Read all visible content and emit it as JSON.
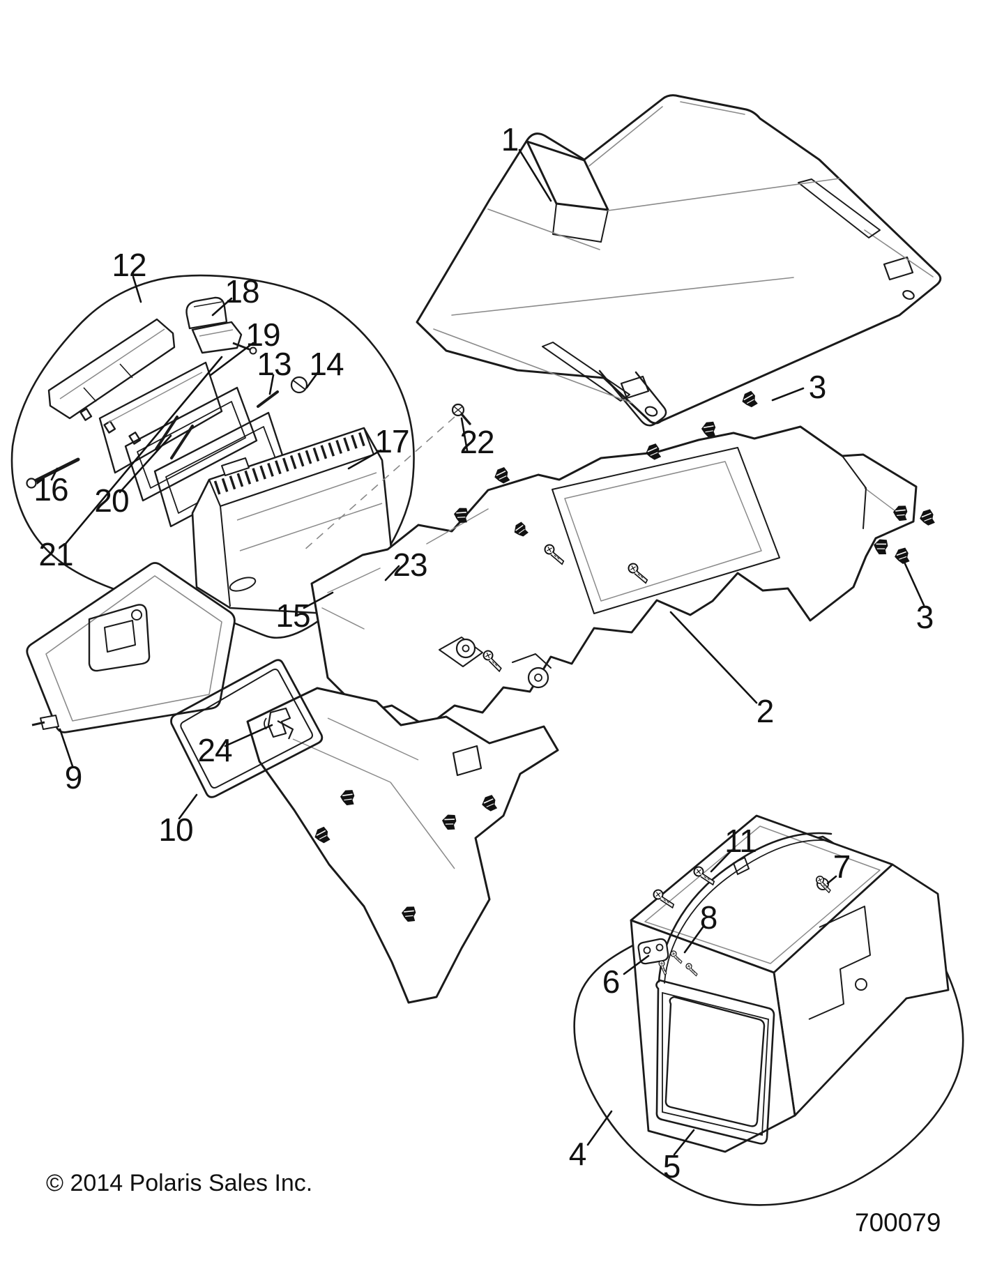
{
  "figure": {
    "copyright": "© 2014 Polaris Sales Inc.",
    "diagram_number": "700079"
  },
  "callouts": {
    "c1": "1",
    "c2": "2",
    "c3": "3",
    "c4": "4",
    "c5": "5",
    "c6": "6",
    "c7": "7",
    "c8": "8",
    "c9": "9",
    "c10": "10",
    "c11": "11",
    "c12": "12",
    "c13": "13",
    "c14": "14",
    "c15": "15",
    "c16": "16",
    "c17": "17",
    "c18": "18",
    "c19": "19",
    "c20": "20",
    "c21": "21",
    "c22": "22",
    "c23": "23",
    "c24": "24"
  }
}
